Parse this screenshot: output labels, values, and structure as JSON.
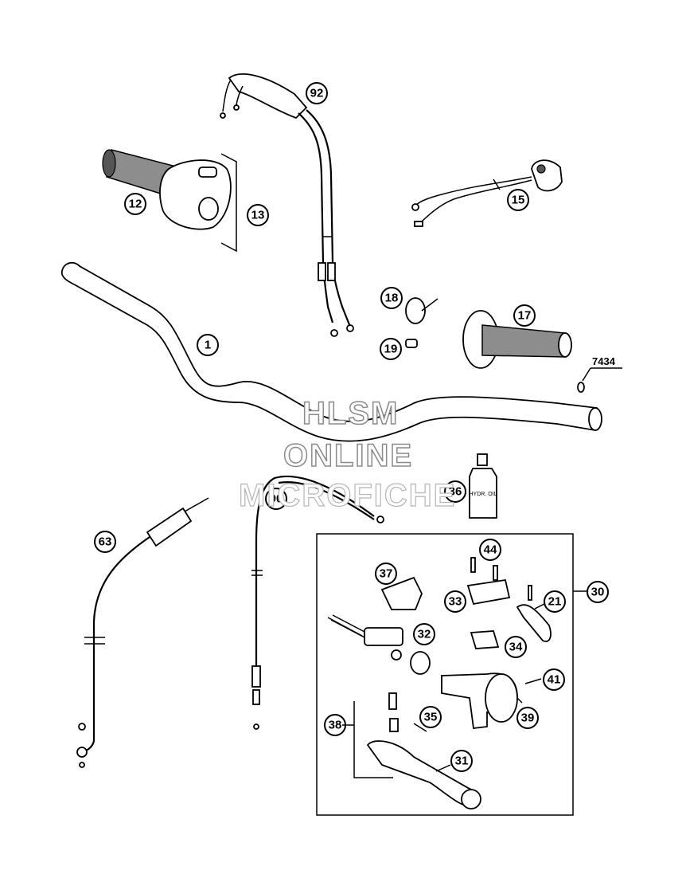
{
  "watermark": {
    "line1": "HLSM",
    "line2": "ONLINE",
    "line3": "MICROFICHE"
  },
  "ref_label": "7434",
  "oil_bottle_label": "HYDR. OIL",
  "callouts": [
    {
      "id": "c92",
      "label": "92"
    },
    {
      "id": "c12",
      "label": "12"
    },
    {
      "id": "c13",
      "label": "13"
    },
    {
      "id": "c15",
      "label": "15"
    },
    {
      "id": "c18",
      "label": "18"
    },
    {
      "id": "c17",
      "label": "17"
    },
    {
      "id": "c19",
      "label": "19"
    },
    {
      "id": "c1",
      "label": "1"
    },
    {
      "id": "c36",
      "label": "36"
    },
    {
      "id": "c90",
      "label": "90"
    },
    {
      "id": "c63",
      "label": "63"
    },
    {
      "id": "c44",
      "label": "44"
    },
    {
      "id": "c37",
      "label": "37"
    },
    {
      "id": "c33",
      "label": "33"
    },
    {
      "id": "c21",
      "label": "21"
    },
    {
      "id": "c30",
      "label": "30"
    },
    {
      "id": "c32",
      "label": "32"
    },
    {
      "id": "c34",
      "label": "34"
    },
    {
      "id": "c41",
      "label": "41"
    },
    {
      "id": "c39",
      "label": "39"
    },
    {
      "id": "c38",
      "label": "38"
    },
    {
      "id": "c35",
      "label": "35"
    },
    {
      "id": "c31",
      "label": "31"
    }
  ]
}
